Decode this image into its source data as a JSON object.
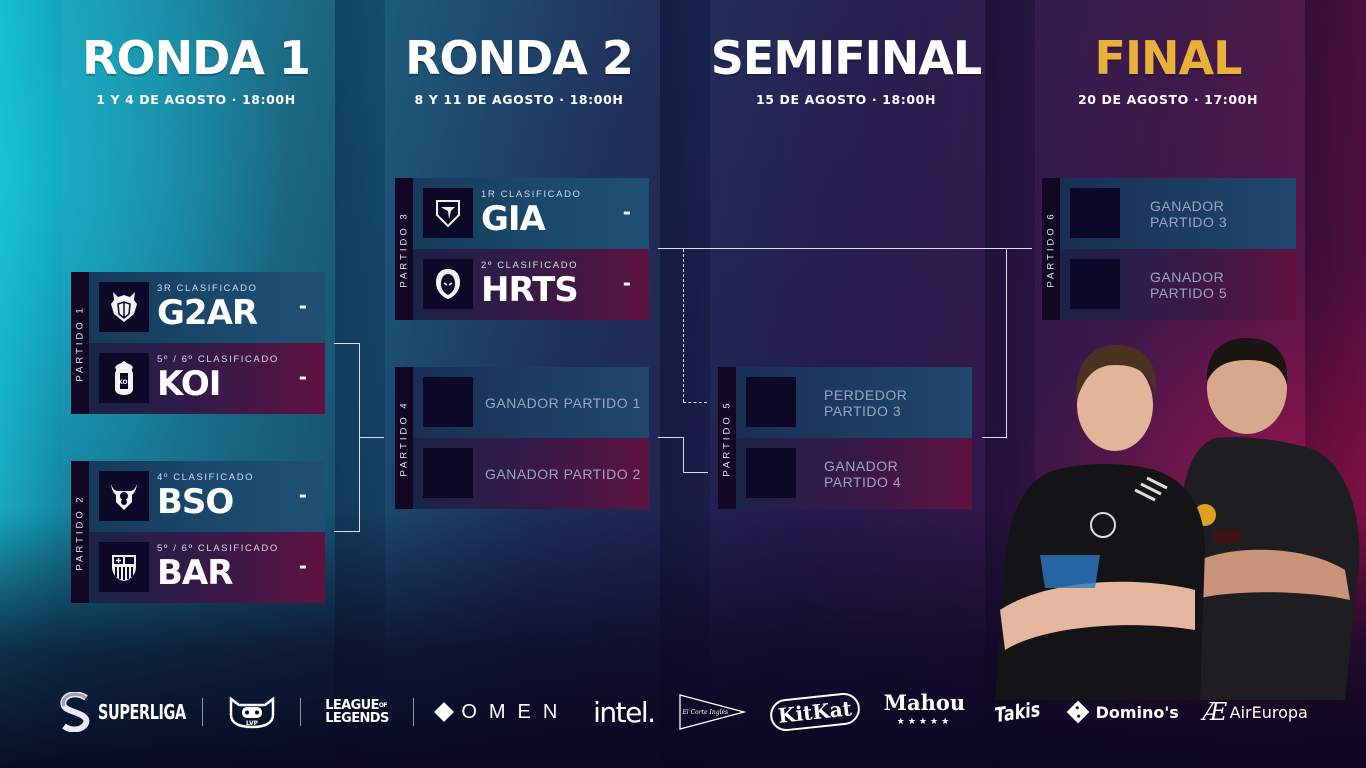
{
  "rounds": [
    {
      "title": "RONDA 1",
      "subtitle": "1 Y 4 DE AGOSTO · 18:00H",
      "title_color": "#ffffff"
    },
    {
      "title": "RONDA 2",
      "subtitle": "8 Y 11 DE AGOSTO · 18:00H",
      "title_color": "#ffffff"
    },
    {
      "title": "SEMIFINAL",
      "subtitle": "15 DE AGOSTO · 18:00H",
      "title_color": "#ffffff"
    },
    {
      "title": "FINAL",
      "subtitle": "20 DE AGOSTO · 17:00H",
      "title_color": "#e8b23a"
    }
  ],
  "matches": [
    {
      "label": "PARTIDO 1",
      "teams": [
        {
          "seed": "3R CLASIFICADO",
          "name": "G2AR",
          "score": "-",
          "logo": "g2-arctic-logo"
        },
        {
          "seed": "5º / 6º CLASIFICADO",
          "name": "KOI",
          "score": "-",
          "logo": "koi-logo"
        }
      ]
    },
    {
      "label": "PARTIDO 2",
      "teams": [
        {
          "seed": "4º CLASIFICADO",
          "name": "BSO",
          "score": "-",
          "logo": "bisons-logo"
        },
        {
          "seed": "5º / 6º CLASIFICADO",
          "name": "BAR",
          "score": "-",
          "logo": "barca-logo"
        }
      ]
    },
    {
      "label": "PARTIDO 3",
      "teams": [
        {
          "seed": "1R CLASIFICADO",
          "name": "GIA",
          "score": "-",
          "logo": "giants-logo"
        },
        {
          "seed": "2º CLASIFICADO",
          "name": "HRTS",
          "score": "-",
          "logo": "heretics-logo"
        }
      ]
    },
    {
      "label": "PARTIDO 4",
      "slots": [
        "GANADOR PARTIDO 1",
        "GANADOR PARTIDO 2"
      ]
    },
    {
      "label": "PARTIDO 5",
      "slots": [
        "PERDEDOR PARTIDO 3",
        "GANADOR PARTIDO 4"
      ]
    },
    {
      "label": "PARTIDO 6",
      "slots": [
        "GANADOR PARTIDO 3",
        "GANADOR PARTIDO 5"
      ]
    }
  ],
  "sponsors": [
    {
      "name": "SUPERLIGA",
      "icon": "superliga-logo"
    },
    {
      "name": "LVP",
      "icon": "lvp-logo"
    },
    {
      "name": "LEAGUE OF LEGENDS",
      "line1": "LEAGUE",
      "of": "OF",
      "line2": "LEGENDS"
    },
    {
      "name": "OMEN",
      "icon": "omen-diamond"
    },
    {
      "name": "intel."
    },
    {
      "name": "El Corte Inglés"
    },
    {
      "name": "KitKat"
    },
    {
      "name": "Mahou",
      "stars": "★★★★★"
    },
    {
      "name": "Takis"
    },
    {
      "name": "Domino's"
    },
    {
      "name": "AirEuropa",
      "mark": "Æ"
    }
  ],
  "colors": {
    "accent_gold": "#e8b23a",
    "slot_top": "#1a4a6e",
    "slot_bottom": "#5e1240",
    "label_bg": "#120826",
    "line": "#d9dcee"
  }
}
